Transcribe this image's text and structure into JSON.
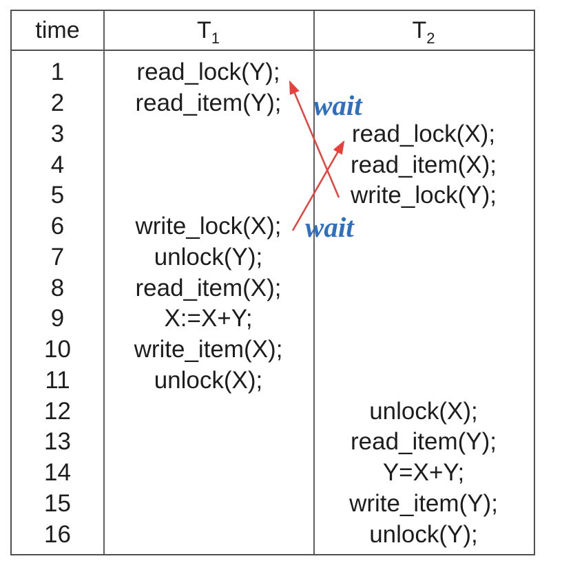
{
  "table": {
    "headers": {
      "time": "time",
      "t1": {
        "main": "T",
        "sub": "1"
      },
      "t2": {
        "main": "T",
        "sub": "2"
      }
    },
    "rows": [
      {
        "time": "1",
        "t1": "read_lock(Y);",
        "t2": ""
      },
      {
        "time": "2",
        "t1": "read_item(Y);",
        "t2": ""
      },
      {
        "time": "3",
        "t1": "",
        "t2": "read_lock(X);"
      },
      {
        "time": "4",
        "t1": "",
        "t2": "read_item(X);"
      },
      {
        "time": "5",
        "t1": "",
        "t2": "write_lock(Y);"
      },
      {
        "time": "6",
        "t1": "write_lock(X);",
        "t2": ""
      },
      {
        "time": "7",
        "t1": "unlock(Y);",
        "t2": ""
      },
      {
        "time": "8",
        "t1": "read_item(X);",
        "t2": ""
      },
      {
        "time": "9",
        "t1": "X:=X+Y;",
        "t2": ""
      },
      {
        "time": "10",
        "t1": "write_item(X);",
        "t2": ""
      },
      {
        "time": "11",
        "t1": "unlock(X);",
        "t2": ""
      },
      {
        "time": "12",
        "t1": "",
        "t2": "unlock(X);"
      },
      {
        "time": "13",
        "t1": "",
        "t2": "read_item(Y);"
      },
      {
        "time": "14",
        "t1": "",
        "t2": "Y=X+Y;"
      },
      {
        "time": "15",
        "t1": "",
        "t2": "write_item(Y);"
      },
      {
        "time": "16",
        "t1": "",
        "t2": "unlock(Y);"
      }
    ]
  },
  "annotations": {
    "wait_labels": [
      {
        "text": "wait"
      },
      {
        "text": "wait"
      }
    ],
    "colors": {
      "arrow": "#e8403a",
      "wait_text": "#2f6fc1",
      "border": "#4f4f4f",
      "cell_text": "#1d1d1d"
    }
  }
}
